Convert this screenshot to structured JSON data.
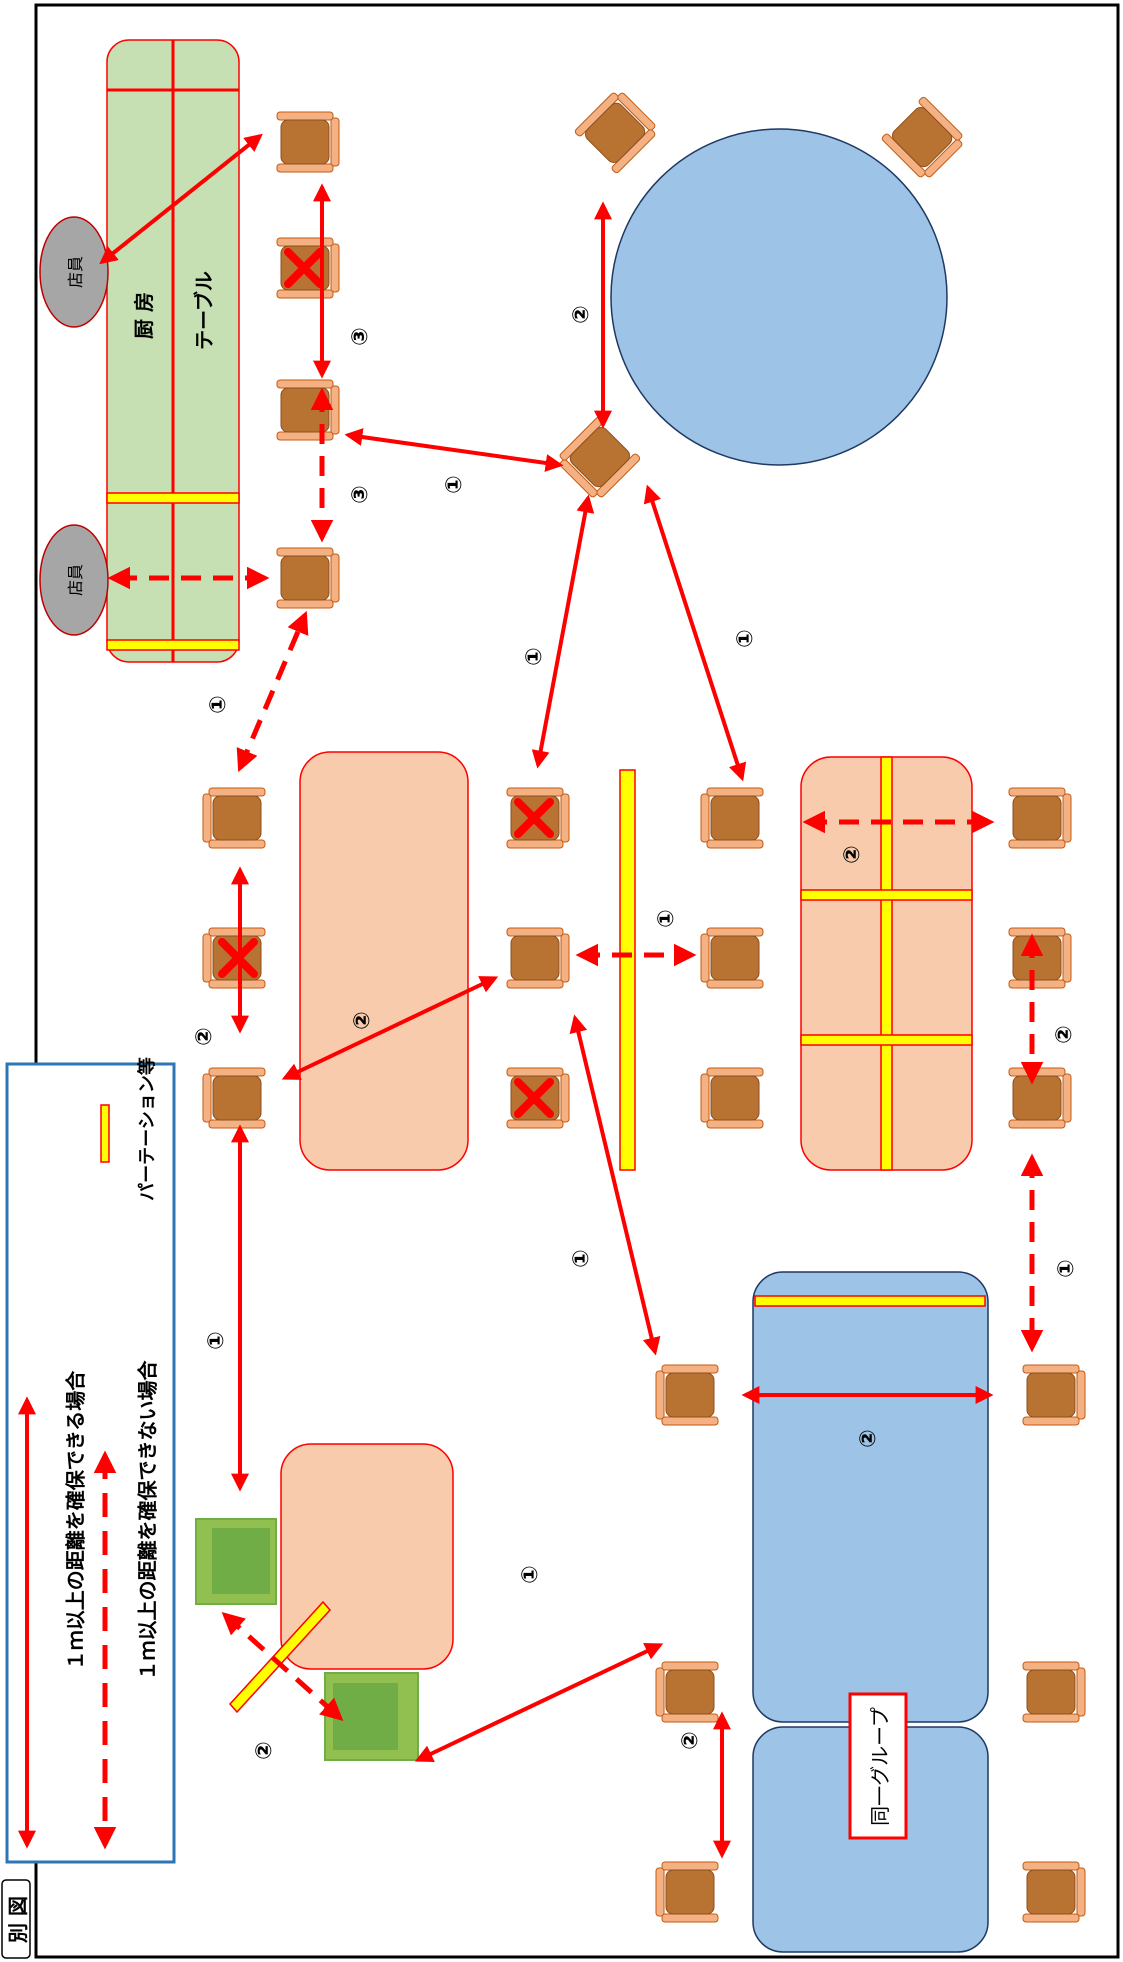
{
  "figure_label": "別 図",
  "legend": {
    "solid_label": "１ｍ以上の距離を確保できる場合",
    "dashed_label": "１ｍ以上の距離を確保できない場合",
    "partition_label": "パーテーション等"
  },
  "kitchen_label": "厨 房",
  "table_label": "テーブル",
  "staff_label": "店員",
  "group_label": "同一グループ",
  "markers": {
    "one": "①",
    "two": "②",
    "three": "③"
  },
  "colors": {
    "arrow": "#ff0000",
    "kitchen": "#c6e0b4",
    "round_table": "#9dc3e6",
    "square_table": "#f8cbad",
    "partition": "#ffff00",
    "chair": "#b87333",
    "chair_frame": "#f4b183",
    "staff": "#a6a6a6",
    "sofa": "#92c050",
    "legend_border": "#2e75b6"
  }
}
